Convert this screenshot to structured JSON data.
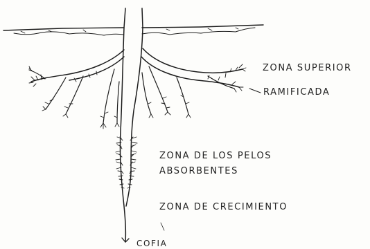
{
  "diagram": {
    "labels": {
      "zona_superior": "ZONA SUPERIOR",
      "ramificada": "RAMIFICADA",
      "pelos_line1": "ZONA DE LOS PELOS",
      "pelos_line2": "ABSORBENTES",
      "crecimiento": "ZONA  DE CRECIMIENTO",
      "cofia": "COFIA"
    },
    "colors": {
      "ink": "#1c1c1c",
      "paper": "#fdfdfb"
    }
  }
}
